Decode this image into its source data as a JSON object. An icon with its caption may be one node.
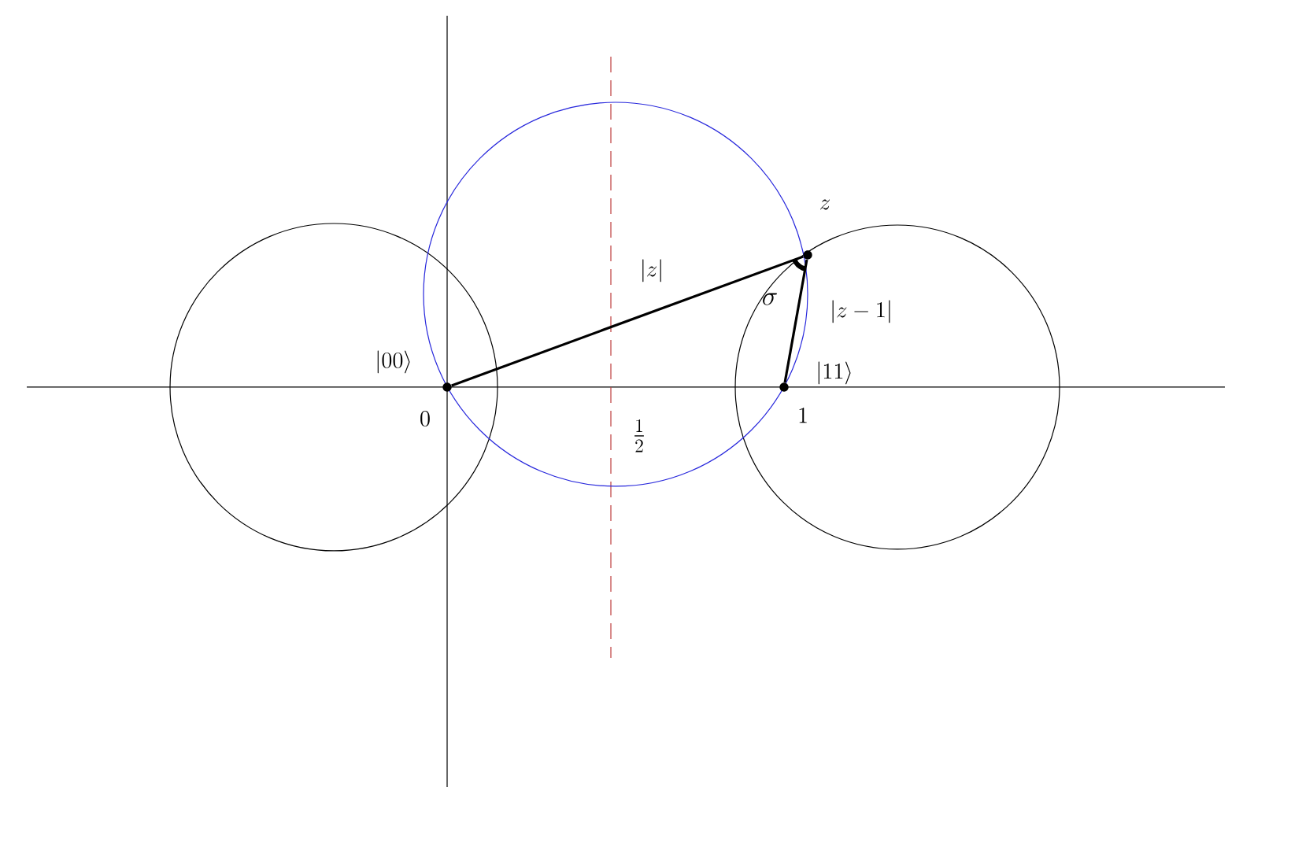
{
  "diagram": {
    "nodes": [
      {
        "text": [],
        "shape": "circle",
        "beside": [
          "|00\\rangle",
          "0"
        ]
      },
      {
        "text": [],
        "shape": "circle",
        "beside": [
          "|11\\rangle",
          "1"
        ]
      },
      {
        "text": [],
        "shape": "circle",
        "beside": [
          "z"
        ]
      }
    ],
    "edges": [
      {
        "from": 0,
        "to": 2,
        "arrow": "none",
        "label": "|z|"
      },
      {
        "from": 1,
        "to": 2,
        "arrow": "none",
        "label": "|z-1|"
      }
    ],
    "labels": [
      "\\frac{1}{2}",
      "\\sigma"
    ]
  }
}
